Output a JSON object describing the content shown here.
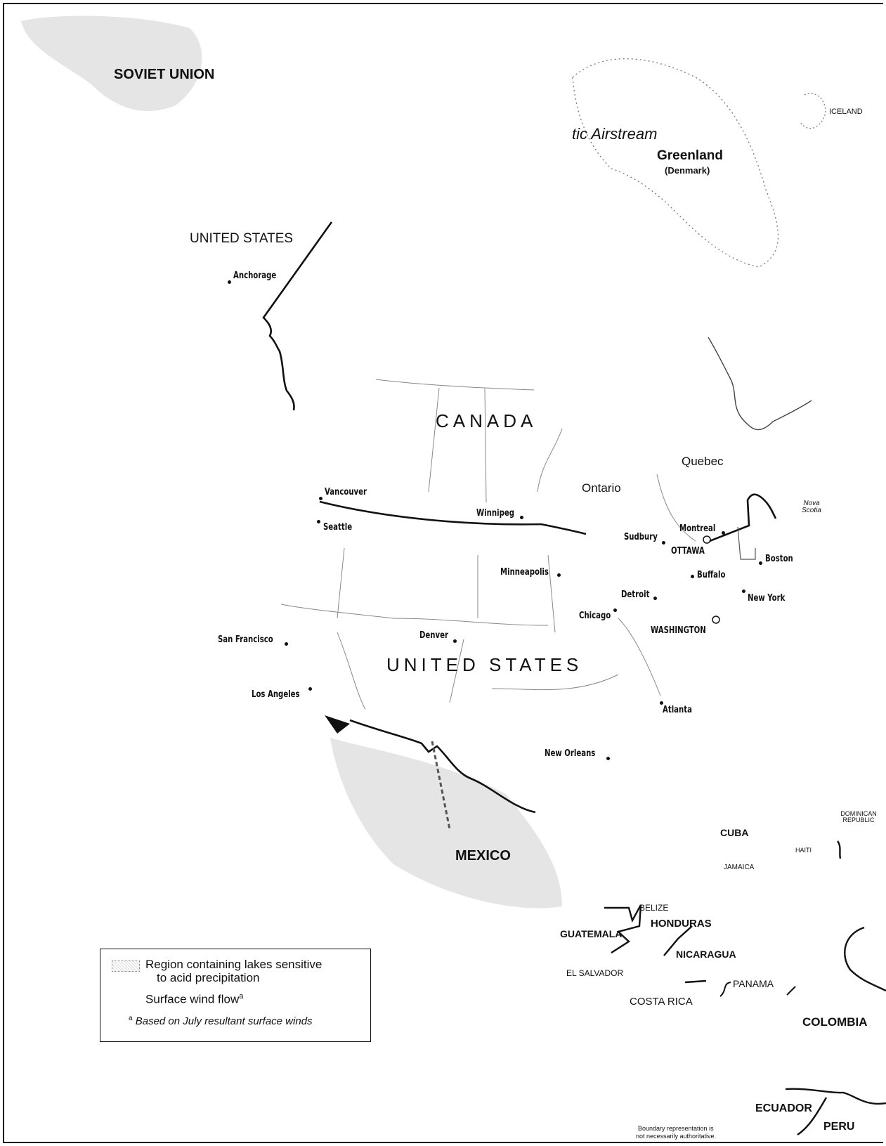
{
  "map": {
    "regions": {
      "soviet_union": "SOVIET UNION",
      "united_states_alaska": "UNITED STATES",
      "canada": "CANADA",
      "united_states": "UNITED STATES",
      "mexico": "MEXICO",
      "greenland": "Greenland",
      "denmark": "(Denmark)",
      "iceland": "ICELAND",
      "quebec": "Quebec",
      "ontario": "Ontario",
      "nova_scotia": "Nova Scotia",
      "cuba": "CUBA",
      "dominican_republic": "DOMINICAN REPUBLIC",
      "haiti": "HAITI",
      "jamaica": "JAMAICA",
      "belize": "BELIZE",
      "honduras": "HONDURAS",
      "guatemala": "GUATEMALA",
      "nicaragua": "NICARAGUA",
      "el_salvador": "EL SALVADOR",
      "panama": "PANAMA",
      "costa_rica": "COSTA RICA",
      "colombia": "COLOMBIA",
      "ecuador": "ECUADOR",
      "peru": "PERU"
    },
    "airstream": "tic Airstream",
    "cities": {
      "anchorage": "Anchorage",
      "vancouver": "Vancouver",
      "seattle": "Seattle",
      "winnipeg": "Winnipeg",
      "sudbury": "Sudbury",
      "montreal": "Montreal",
      "ottawa": "OTTAWA",
      "boston": "Boston",
      "buffalo": "Buffalo",
      "minneapolis": "Minneapolis",
      "detroit": "Detroit",
      "new_york": "New York",
      "chicago": "Chicago",
      "washington": "WASHINGTON",
      "san_francisco": "San Francisco",
      "denver": "Denver",
      "los_angeles": "Los Angeles",
      "atlanta": "Atlanta",
      "new_orleans": "New Orleans"
    },
    "legend": {
      "sensitive_region_line1": "Region containing lakes sensitive",
      "sensitive_region_line2": "to acid precipitation",
      "wind_flow": "Surface wind flow",
      "wind_flow_sup": "a",
      "footnote_mark": "a",
      "footnote": "Based on July resultant surface winds"
    },
    "disclaimer_line1": "Boundary representation is",
    "disclaimer_line2": "not necessarily authoritative."
  }
}
